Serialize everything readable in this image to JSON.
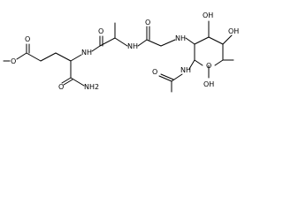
{
  "structure": {
    "atom_labels": {
      "ester_oxygen": "O",
      "ester_carbonyl_oxygen": "O",
      "alpha_nh_left": "NH",
      "amide_oxygen": "O",
      "amide_nh2": "NH2",
      "amide_oxygen_2": "O",
      "nh_center": "NH",
      "glycine_oxygen": "O",
      "ring_nh": "NH",
      "ring_hydroxyl_top": "OH",
      "ring_hydroxyl_right": "OH",
      "ring_oxygen": "O",
      "anomeric_hydroxyl": "OH",
      "acetamide_nh": "NH",
      "acetyl_oxygen": "O"
    }
  }
}
